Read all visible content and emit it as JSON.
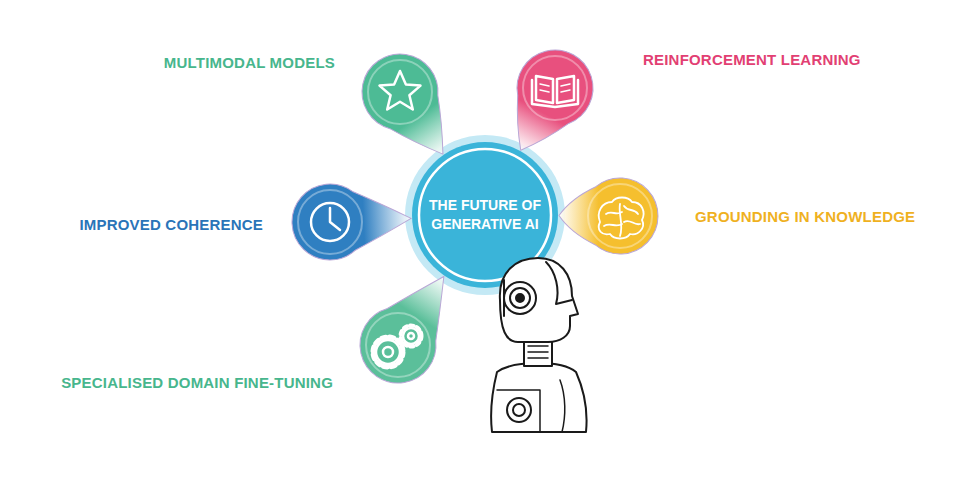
{
  "diagram": {
    "nodes": [
      {
        "text": [
          "THE FUTURE OF GENERATIVE AI"
        ]
      },
      {
        "text": [
          "MULTIMODAL MODELS"
        ]
      },
      {
        "text": [
          "REINFORCEMENT LEARNING"
        ]
      },
      {
        "text": [
          "IMPROVED COHERENCE"
        ]
      },
      {
        "text": [
          "GROUNDING IN KNOWLEDGE"
        ]
      },
      {
        "text": [
          "SPECIALISED DOMAIN FINE-TUNING"
        ]
      }
    ]
  }
}
